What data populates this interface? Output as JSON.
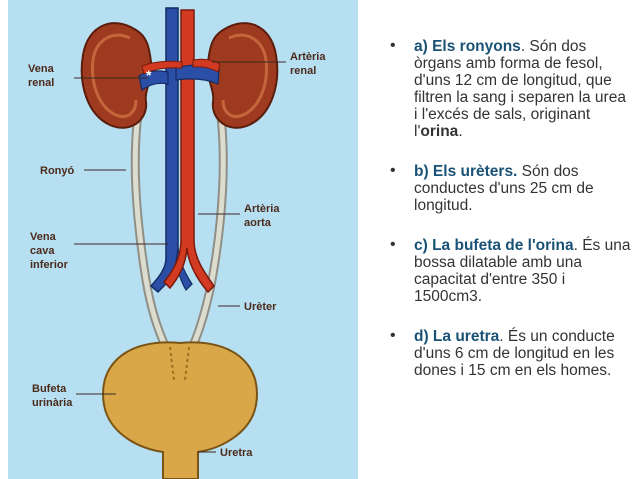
{
  "figure": {
    "background_color": "#b7dff2",
    "labels": {
      "vena_renal": [
        "Vena",
        "renal"
      ],
      "arteria_renal": [
        "Artèria",
        "renal"
      ],
      "ronyo": "Ronyó",
      "arteria_aorta": [
        "Artèria",
        "aorta"
      ],
      "vena_cava_inferior": [
        "Vena",
        "cava",
        "inferior"
      ],
      "ureter": "Urèter",
      "bufeta_urinaria": [
        "Bufeta",
        "urinària"
      ],
      "uretra": "Uretra"
    },
    "marker": "*"
  },
  "items": [
    {
      "title": "a) Els ronyons",
      "text_1": ". Són dos òrgans amb forma de fesol, d'uns 12 cm de longitud, que filtren la sang i separen la urea i l'excés de sals, originant l'",
      "bold_2": "orina",
      "text_2": "."
    },
    {
      "title": "b) Els urèters.",
      "text_1": " Són dos conductes d'uns 25 cm de longitud."
    },
    {
      "title": "c) La bufeta de l'orina",
      "text_1": ". És una bossa dilatable amb una capacitat d'entre 350 i 1500cm3."
    },
    {
      "title": "d) La uretra",
      "text_1": ". És un conducte d'uns 6 cm de longitud en les dones i 15 cm en els homes."
    }
  ]
}
